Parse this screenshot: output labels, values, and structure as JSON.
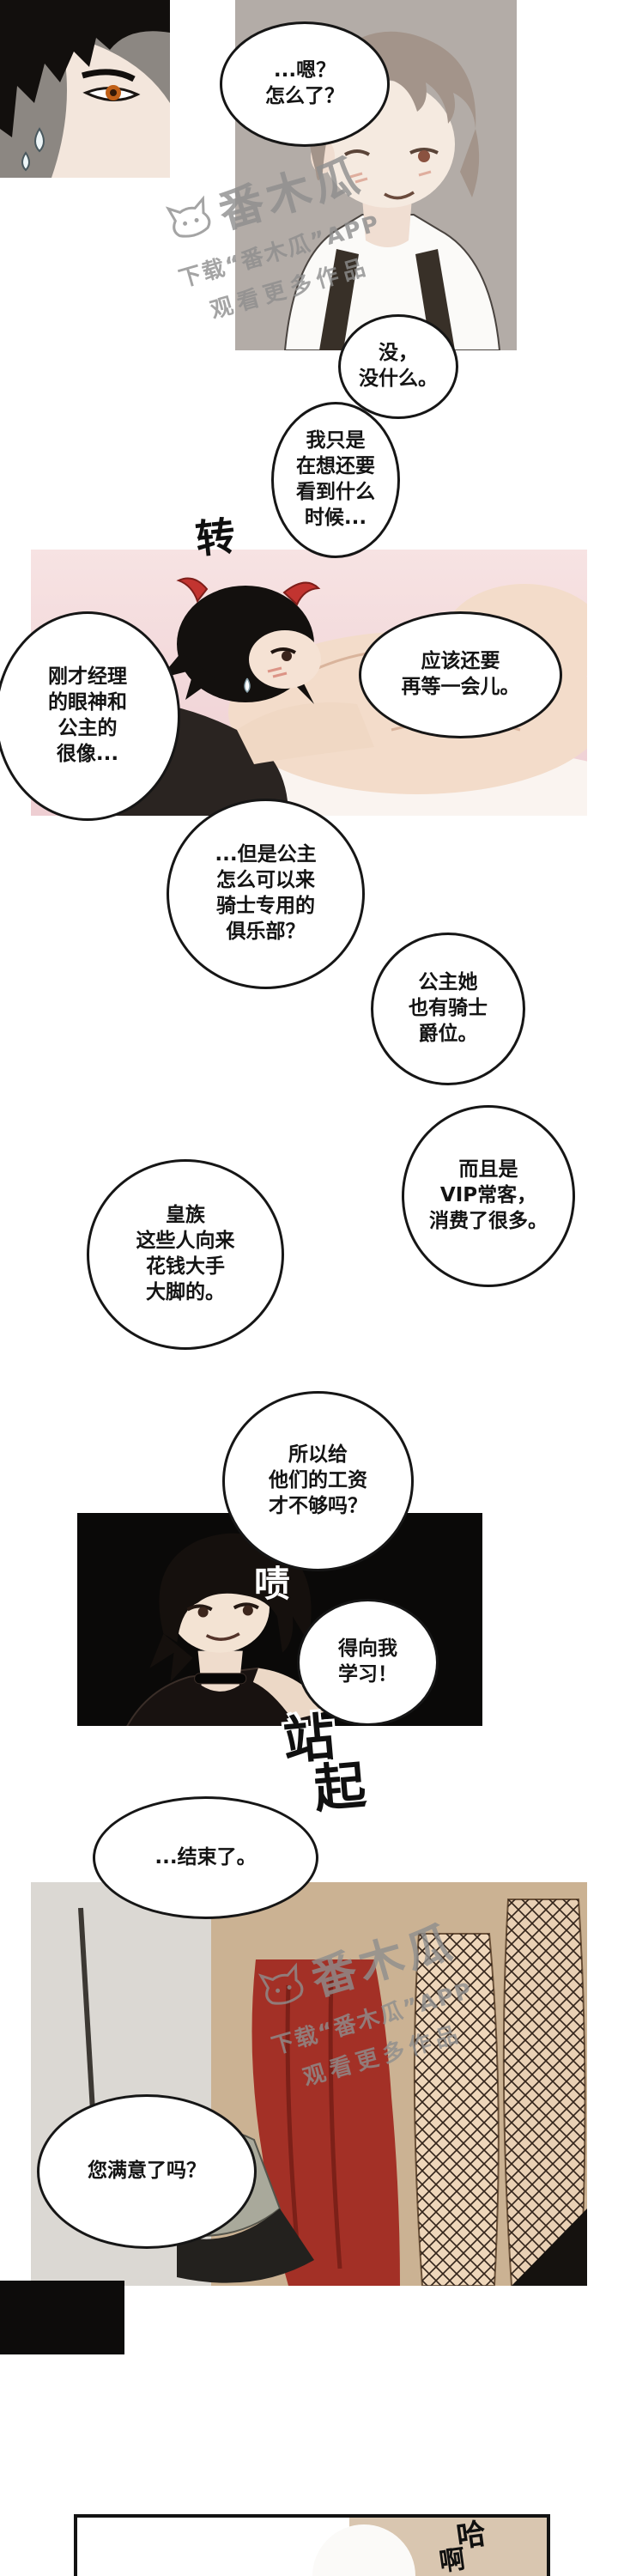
{
  "bubbles": [
    {
      "text": "...嗯？\n怎么了？"
    },
    {
      "text": "没，\n没什么。"
    },
    {
      "text": "我只是\n在想还要\n看到什么\n时候..."
    },
    {
      "text": "刚才经理\n的眼神和\n公主的\n很像..."
    },
    {
      "text": "应该还要\n再等一会儿。"
    },
    {
      "text": "...但是公主\n怎么可以来\n骑士专用的\n俱乐部？"
    },
    {
      "text": "公主她\n也有骑士\n爵位。"
    },
    {
      "text": "而且是\nVIP常客，\n消费了很多。"
    },
    {
      "text": "皇族\n这些人向来\n花钱大手\n大脚的。"
    },
    {
      "text": "所以给\n他们的工资\n才不够吗？"
    },
    {
      "text": "得向我\n学习！"
    },
    {
      "text": "...结束了。"
    },
    {
      "text": "您满意了吗？"
    }
  ],
  "sfx": {
    "turn": "转",
    "tsk": "啧",
    "stand_1": "站",
    "stand_2": "起",
    "gasp_1": "哈",
    "gasp_2": "啊"
  },
  "watermark": {
    "logo": "番木瓜",
    "line1": "下载“番木瓜”APP",
    "line2": "观看更多作品"
  },
  "colors": {
    "panel_grey_1": "#8c8782",
    "panel_grey_2": "#b3aca7",
    "panel_pink": "#f2d4d6",
    "panel_black": "#0a0908",
    "scene_tan": "#cbb293",
    "horn_red": "#c23430",
    "drape_red": "#a33026",
    "eye_orange": "#c06018",
    "bubble_outline": "#161616",
    "watermark_grey": "#8e8e8e"
  }
}
